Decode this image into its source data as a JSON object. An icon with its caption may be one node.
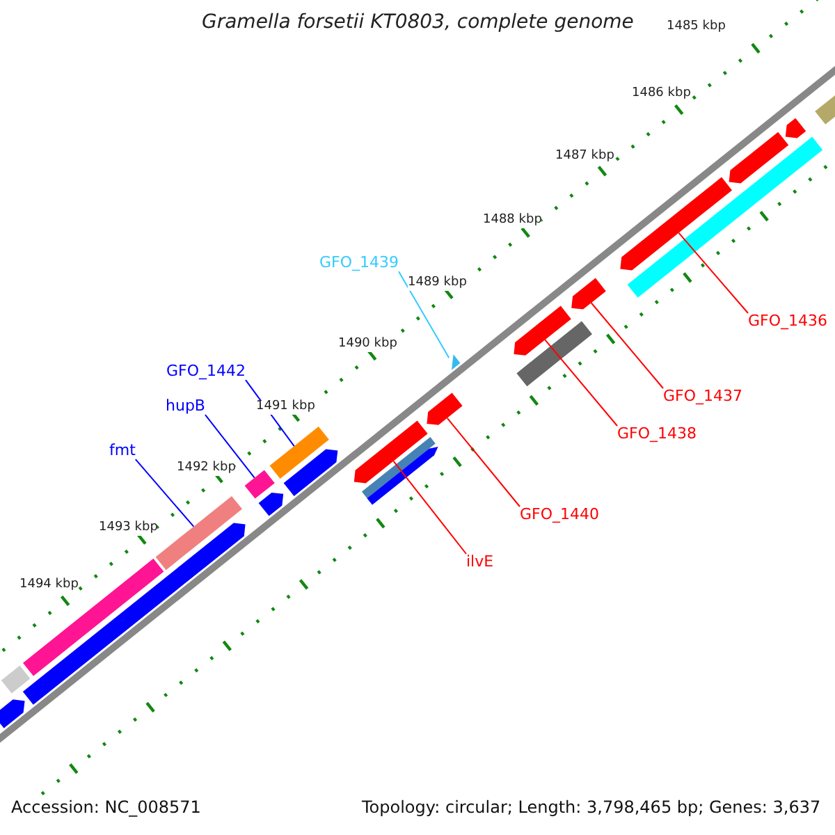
{
  "diagram": {
    "title": "Gramella forsetii KT0803, complete genome",
    "nodes": [
      {
        "text": [
          "GFO_1439"
        ]
      },
      {
        "text": [
          "GFO_1436"
        ]
      },
      {
        "text": [
          "GFO_1442"
        ]
      },
      {
        "text": [
          "GFO_1437"
        ]
      },
      {
        "text": [
          "hupB"
        ]
      },
      {
        "text": [
          "GFO_1438"
        ]
      },
      {
        "text": [
          "fmt"
        ]
      },
      {
        "text": [
          "GFO_1440"
        ]
      },
      {
        "text": [
          "ilvE"
        ]
      },
      {
        "text": [],
        "shape": "bar"
      },
      {
        "text": [],
        "shape": "bar"
      },
      {
        "text": [],
        "shape": "bar"
      },
      {
        "text": [],
        "shape": "triangle"
      },
      {
        "text": [],
        "shape": "bar"
      },
      {
        "text": [],
        "shape": "bar"
      },
      {
        "text": [],
        "shape": "bar"
      },
      {
        "text": [],
        "shape": "bar"
      },
      {
        "text": [],
        "shape": "bar"
      },
      {
        "text": [],
        "shape": "bar"
      },
      {
        "text": [],
        "shape": "bar"
      },
      {
        "text": [],
        "shape": "bar"
      },
      {
        "text": [],
        "shape": "bar"
      },
      {
        "text": [],
        "shape": "bar"
      },
      {
        "text": [],
        "shape": "bar"
      },
      {
        "text": [],
        "shape": "bar"
      },
      {
        "text": [],
        "shape": "bar"
      },
      {
        "text": [],
        "shape": "bar"
      },
      {
        "text": [],
        "shape": "bar"
      },
      {
        "text": [],
        "shape": "bar"
      },
      {
        "text": [],
        "shape": "bar"
      },
      {
        "text": [],
        "shape": "bar"
      }
    ],
    "edges": [
      {
        "from": 0,
        "to": 12,
        "arrow": "none",
        "color": "#33ccff"
      },
      {
        "from": 1,
        "to": 9,
        "arrow": "none"
      },
      {
        "from": 2,
        "to": 14,
        "arrow": "none",
        "color": "#0000ff"
      },
      {
        "from": 3,
        "to": 10,
        "arrow": "none"
      },
      {
        "from": 4,
        "to": 16,
        "arrow": "none",
        "color": "#0000ff"
      },
      {
        "from": 5,
        "to": 11,
        "arrow": "none"
      },
      {
        "from": 6,
        "to": 17,
        "arrow": "none",
        "color": "#0000ff"
      },
      {
        "from": 7,
        "to": 13,
        "arrow": "none"
      },
      {
        "from": 8,
        "to": 15,
        "arrow": "none"
      }
    ],
    "labels": [
      "1485 kbp",
      "1486 kbp",
      "1487 kbp",
      "1488 kbp",
      "1489 kbp",
      "1490 kbp",
      "1491 kbp",
      "1492 kbp",
      "1493 kbp",
      "1494 kbp",
      "Accession: NC_008571",
      "Topology: circular; Length: 3,798,465 bp; Genes: 3,637"
    ]
  }
}
